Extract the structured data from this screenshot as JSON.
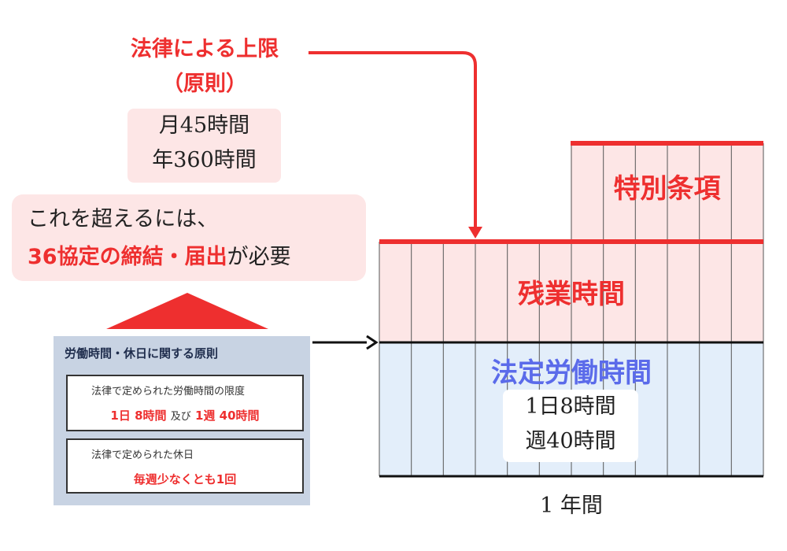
{
  "limit": {
    "title": "法律による上限",
    "subtitle": "（原則）",
    "monthly": "月45時間",
    "yearly": "年360時間"
  },
  "callout": {
    "line1": "これを超えるには、",
    "highlight": "36協定の締結・届出",
    "tail": "が必要"
  },
  "principles": {
    "title": "労働時間・休日に関する原則",
    "hours_label": "法律で定められた労働時間の限度",
    "hours_day": "1日 8時間",
    "hours_and": "及び",
    "hours_week": "1週 40時間",
    "holiday_label": "法律で定められた休日",
    "holiday_value": "毎週少なくとも1回"
  },
  "zones": {
    "special": "特別条項",
    "overtime": "残業時間",
    "legal": "法定労働時間",
    "legal_day": "1日8時間",
    "legal_week": "週40時間"
  },
  "axis": {
    "x_label": "1 年間"
  },
  "colors": {
    "red": "#ee2f2f",
    "pink": "#fde6e6",
    "light_blue": "#e3eefa",
    "blue_text": "#5b6bea",
    "panel": "#c8d3e3"
  }
}
